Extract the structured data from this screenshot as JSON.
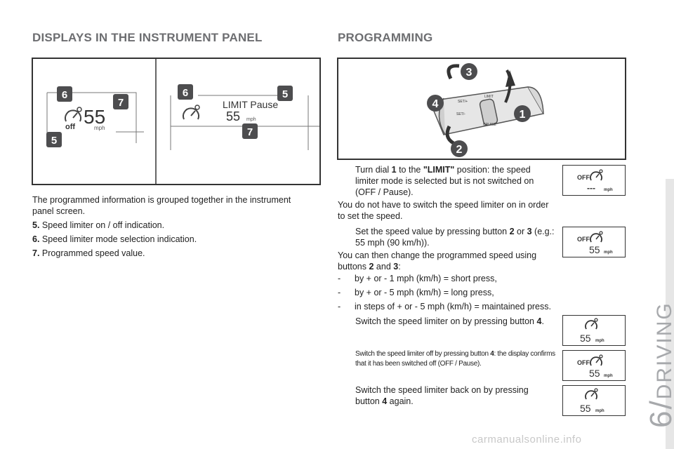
{
  "left": {
    "heading": "DISPLAYS IN THE INSTRUMENT PANEL",
    "intro": "The programmed information is grouped together in the instrument panel screen.",
    "items": [
      {
        "num": "5.",
        "text": "Speed limiter on / off indication."
      },
      {
        "num": "6.",
        "text": "Speed limiter mode selection indication."
      },
      {
        "num": "7.",
        "text": "Programmed speed value."
      }
    ],
    "figure": {
      "panel1": {
        "speed": "55",
        "status": "off",
        "unit": "mph"
      },
      "panel2": {
        "mode": "LIMIT Pause",
        "speed": "55",
        "unit": "mph"
      },
      "callouts": {
        "c5": "5",
        "c6": "6",
        "c7": "7"
      }
    }
  },
  "right": {
    "heading": "PROGRAMMING",
    "figure": {
      "callouts": {
        "c1": "1",
        "c2": "2",
        "c3": "3",
        "c4": "4"
      },
      "stalk_labels": {
        "set_plus": "SET/+",
        "set_minus": "SET/-",
        "limit": "LIMIT",
        "cruise": "CRUISE"
      }
    },
    "b1": {
      "p1": "Turn dial ",
      "b1": "1",
      "p2": " to the ",
      "b2": "\"LIMIT\"",
      "p3": " position: the speed limiter mode is selected but is not switched on (OFF / Pause)."
    },
    "p1": "You do not have to switch the speed limiter on in order to set the speed.",
    "b2": {
      "p1": "Set the speed value by pressing button ",
      "b1": "2",
      "p2": " or ",
      "b2": "3",
      "p3": " (e.g.: 55 mph (90 km/h))."
    },
    "p2": {
      "p1": "You can then change the programmed speed using buttons ",
      "b1": "2",
      "p2": " and ",
      "b2": "3",
      "p3": ":"
    },
    "dashes": [
      {
        "mark": "-",
        "text": "by + or - 1 mph (km/h) = short press,"
      },
      {
        "mark": "-",
        "text": "by + or - 5 mph (km/h) = long press,"
      },
      {
        "mark": "-",
        "text": "in steps of + or - 5 mph (km/h) = maintained press."
      }
    ],
    "b3": {
      "p1": "Switch the speed limiter on by pressing button ",
      "b1": "4",
      "p2": "."
    },
    "b4": {
      "p1": "Switch the speed limiter off by pressing button ",
      "b1": "4",
      "p2": ": the display confirms that it has been switched off (OFF / Pause)."
    },
    "b5": {
      "p1": "Switch the speed limiter back on by pressing button ",
      "b1": "4",
      "p2": " again."
    },
    "bullet_mark": "",
    "minis": [
      {
        "off": "OFF",
        "value": "---",
        "unit": "mph"
      },
      {
        "off": "OFF",
        "value": "55",
        "unit": "mph"
      },
      {
        "off": "",
        "value": "55",
        "unit": "mph"
      },
      {
        "off": "OFF",
        "value": "55",
        "unit": "mph"
      },
      {
        "off": "",
        "value": "55",
        "unit": "mph"
      }
    ]
  },
  "sidebar": {
    "chapter_number": "6",
    "chapter_sep": "/",
    "chapter_title": "DRIVING"
  },
  "footer": {
    "watermark": "carmanualsonline.info"
  },
  "colors": {
    "heading": "#6d6e71",
    "callout": "#4d4d4f",
    "sidebar_text": "#a7a9ac",
    "frame": "#333333"
  }
}
